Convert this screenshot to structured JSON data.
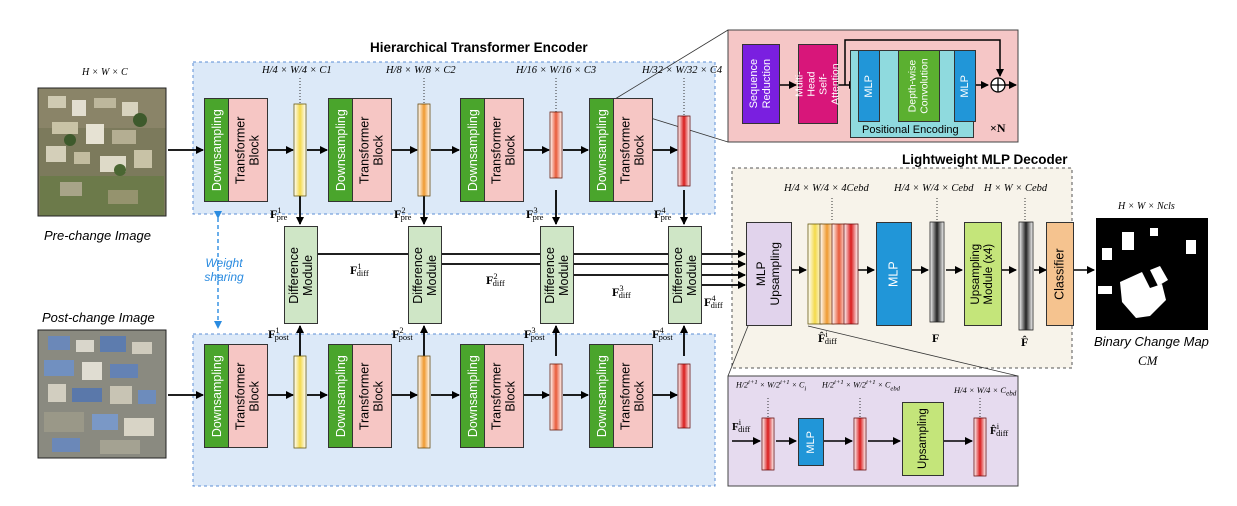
{
  "encoder": {
    "title": "Hierarchical Transformer Encoder",
    "input_dims": "H × W × C",
    "downsampling": "Downsampling",
    "transformer_block": "Transformer Block",
    "difference_module": "Difference Module",
    "weight_sharing": "Weight sharing",
    "stage_dims": [
      "H/4 × W/4 × C1",
      "H/8 × W/8 × C2",
      "H/16 × W/16 × C3",
      "H/32 × W/32 × C4"
    ]
  },
  "inputs": {
    "pre_change": "Pre-change Image",
    "post_change": "Post-change Image"
  },
  "transformer_detail": {
    "sequence_reduction": "Sequence Reduction",
    "mhsa": "Multi-Head Self-Attention",
    "mlp": "MLP",
    "depthwise": "Depth-wise Convolution",
    "positional_encoding": "Positional Encoding",
    "repeat": "×N"
  },
  "decoder": {
    "title": "Lightweight MLP Decoder",
    "mlp_upsampling": "MLP Upsampling",
    "mlp": "MLP",
    "upsampling_module": "Upsampling Module (x4)",
    "classifier": "Classifier",
    "dims": [
      "H/4 × W/4 × 4Cebd",
      "H/4 × W/4 × Cebd",
      "H × W × Cebd"
    ],
    "output_dims": "H × W × Ncls"
  },
  "output": {
    "label": "Binary Change Map",
    "symbol": "CM"
  },
  "mlp_upsampling_detail": {
    "mlp": "MLP",
    "upsampling": "Upsampling"
  },
  "colors": {
    "encoder_bg": "#dce9f8",
    "transformer_detail_bg": "#f5c6c6",
    "decoder_bg": "#f7f3ea",
    "upsampling_detail_bg": "#e6dbef",
    "downsampling": "#4aa52c",
    "transformer_block": "#f6c6c4",
    "difference_module": "#cfe6c6",
    "mlp": "#2196d8",
    "sequence_reduction": "#7a1fe0",
    "mhsa": "#d8167a",
    "depthwise": "#5bb030",
    "positional_encoding": "#8fdade",
    "upsampling_module": "#c4e57a",
    "classifier": "#f5c38f",
    "mlp_upsampling": "#e1d3ec"
  }
}
